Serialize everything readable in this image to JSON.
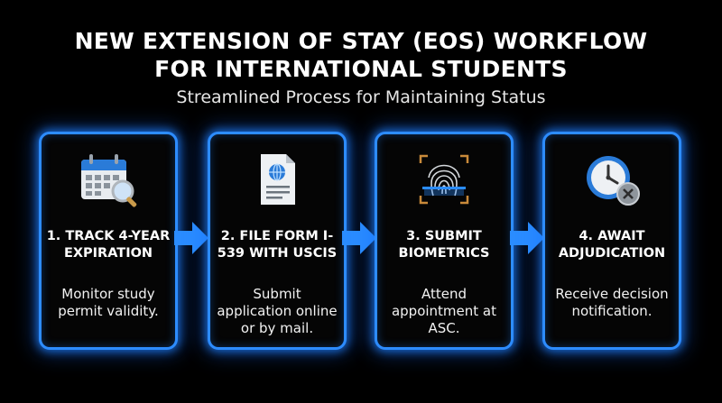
{
  "header": {
    "title_line1": "NEW EXTENSION OF STAY (EOS) WORKFLOW",
    "title_line2": "FOR INTERNATIONAL STUDENTS",
    "subtitle": "Streamlined Process for Maintaining Status"
  },
  "steps": [
    {
      "icon": "calendar-magnifier-icon",
      "title_line1": "1. TRACK 4-YEAR",
      "title_line2": "EXPIRATION",
      "desc_line1": "Monitor study",
      "desc_line2": "permit validity.",
      "desc_line3": ""
    },
    {
      "icon": "document-globe-icon",
      "title_line1": "2. FILE FORM I-",
      "title_line2": "539 WITH USCIS",
      "desc_line1": "Submit",
      "desc_line2": "application online",
      "desc_line3": "or by mail."
    },
    {
      "icon": "fingerprint-scan-icon",
      "title_line1": "3. SUBMIT",
      "title_line2": "BIOMETRICS",
      "desc_line1": "Attend",
      "desc_line2": "appointment at",
      "desc_line3": "ASC."
    },
    {
      "icon": "clock-cancel-icon",
      "title_line1": "4. AWAIT",
      "title_line2": "ADJUDICATION",
      "desc_line1": "Receive decision",
      "desc_line2": "notification.",
      "desc_line3": ""
    }
  ],
  "colors": {
    "background": "#000000",
    "card_border": "#2d8cff",
    "arrow": "#2a8cff",
    "text": "#ffffff"
  }
}
